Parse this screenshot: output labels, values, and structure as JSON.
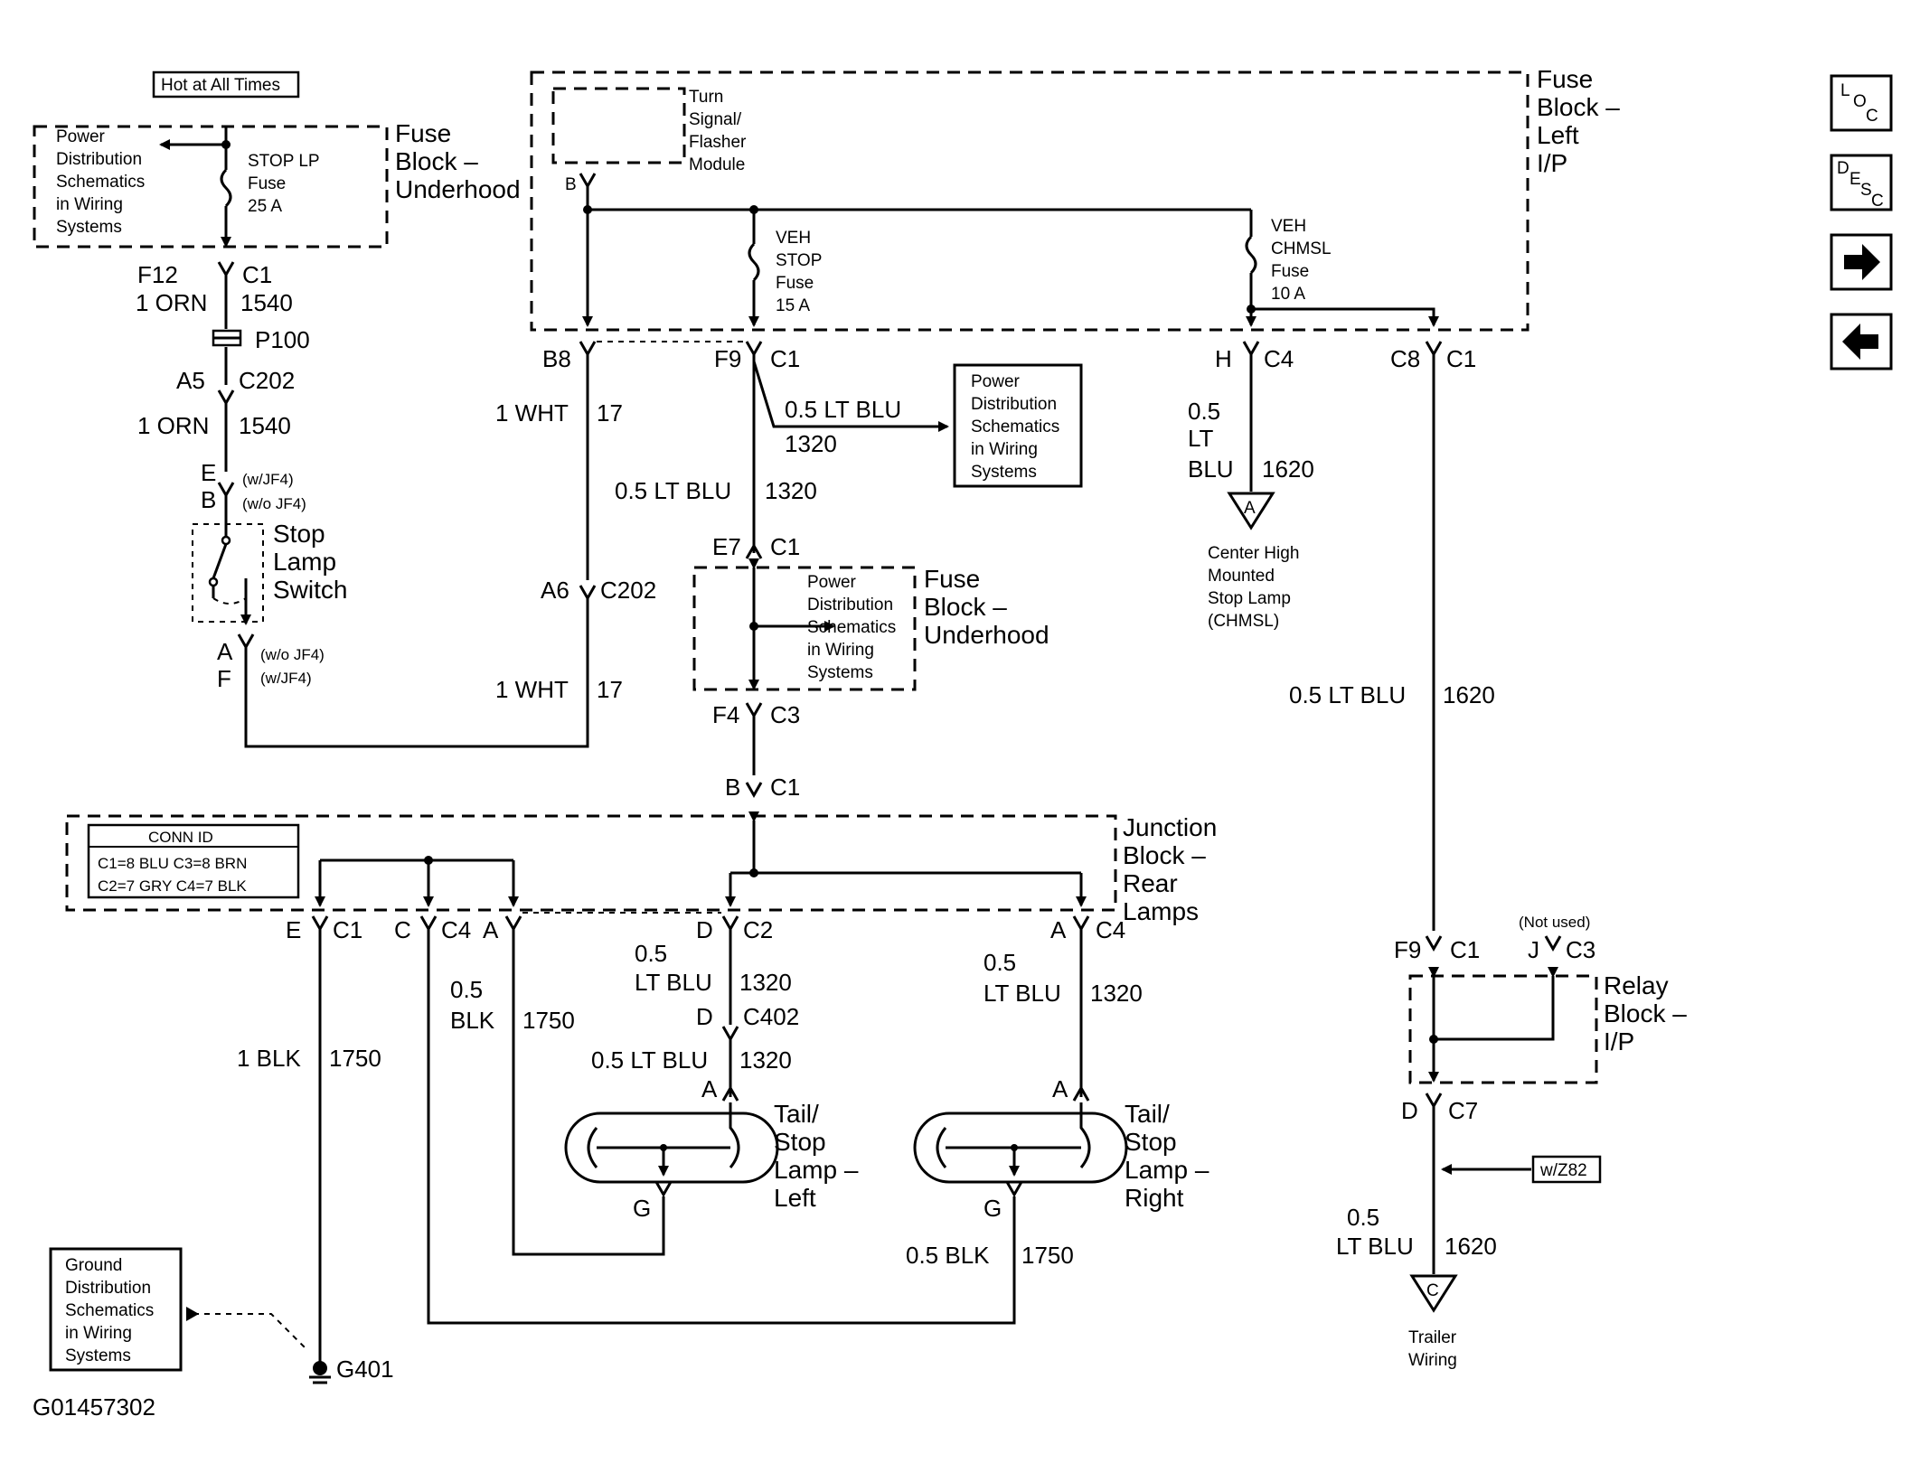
{
  "labels": {
    "hot_at_all_times": "Hot at All Times",
    "pds_text": [
      "Power",
      "Distribution",
      "Schematics",
      "in Wiring",
      "Systems"
    ],
    "gds_text": [
      "Ground",
      "Distribution",
      "Schematics",
      "in Wiring",
      "Systems"
    ],
    "stop_lp_fuse": [
      "STOP LP",
      "Fuse",
      "25 A"
    ],
    "fuse_block_underhood": [
      "Fuse",
      "Block –",
      "Underhood"
    ],
    "fuse_block_left_ip": [
      "Fuse",
      "Block –",
      "Left",
      "I/P"
    ],
    "turn_signal_module": [
      "Turn",
      "Signal/",
      "Flasher",
      "Module"
    ],
    "veh_stop_fuse": [
      "VEH",
      "STOP",
      "Fuse",
      "15 A"
    ],
    "veh_chmsl_fuse": [
      "VEH",
      "CHMSL",
      "Fuse",
      "10 A"
    ],
    "stop_lamp_switch": [
      "Stop",
      "Lamp",
      "Switch"
    ],
    "junction_block": [
      "Junction",
      "Block –",
      "Rear",
      "Lamps"
    ],
    "relay_block": [
      "Relay",
      "Block –",
      "I/P"
    ],
    "tail_stop_left": [
      "Tail/",
      "Stop",
      "Lamp –",
      "Left"
    ],
    "tail_stop_right": [
      "Tail/",
      "Stop",
      "Lamp –",
      "Right"
    ],
    "chmsl": [
      "Center High",
      "Mounted",
      "Stop Lamp",
      "(CHMSL)"
    ],
    "trailer_wiring": [
      "Trailer",
      "Wiring"
    ],
    "conn_id_title": "CONN ID",
    "conn_id_row1": "C1=8 BLU   C3=8 BRN",
    "conn_id_row2": "C2=7 GRY  C4=7 BLK",
    "not_used": "(Not used)",
    "wz82": "w/Z82",
    "figure_id": "G01457302",
    "g401": "G401",
    "p100": "P100",
    "flag_a": "A",
    "flag_c": "C"
  },
  "connectors": {
    "f12": "F12",
    "c1": "C1",
    "a5": "A5",
    "c202": "C202",
    "e_jf4": "E",
    "b_jf4": "B",
    "w_jf4": "(w/JF4)",
    "wo_jf4": "(w/o JF4)",
    "a_sw": "A",
    "f_sw": "F",
    "wo_jf4_b": "(w/o JF4)",
    "w_jf4_b": "(w/JF4)",
    "b_tsm": "B",
    "b8": "B8",
    "f9": "F9",
    "h": "H",
    "c4": "C4",
    "c8": "C8",
    "e7": "E7",
    "a6": "A6",
    "f4": "F4",
    "c3": "C3",
    "b_c1": "B",
    "e": "E",
    "c": "C",
    "a": "A",
    "d": "D",
    "c2": "C2",
    "c402": "C402",
    "g": "G",
    "f9_relay": "F9",
    "j": "J",
    "d_c7": "D",
    "c7": "C7"
  },
  "wires": {
    "orn_1540_a": [
      "1 ORN",
      "1540"
    ],
    "orn_1540_b": [
      "1 ORN",
      "1540"
    ],
    "wht_17_a": [
      "1 WHT",
      "17"
    ],
    "wht_17_b": [
      "1 WHT",
      "17"
    ],
    "ltblu_1320_branch": [
      "0.5 LT BLU",
      "1320"
    ],
    "ltblu_1320_main": [
      "0.5 LT BLU",
      "1320"
    ],
    "ltblu_1620_chmsl": [
      "0.5",
      "LT",
      "BLU",
      "1620"
    ],
    "ltblu_1620_main": [
      "0.5 LT BLU",
      "1620"
    ],
    "blk_1750_e": [
      "1 BLK",
      "1750"
    ],
    "blk_1750_c": [
      "0.5",
      "BLK",
      "1750"
    ],
    "ltblu_1320_left": [
      "0.5",
      "LT BLU",
      "1320"
    ],
    "ltblu_1320_left_b": [
      "0.5 LT BLU",
      "1320"
    ],
    "ltblu_1320_right": [
      "0.5",
      "LT BLU",
      "1320"
    ],
    "blk_1750_right": [
      "0.5 BLK",
      "1750"
    ],
    "ltblu_1620_trailer": [
      "0.5",
      "LT BLU",
      "1620"
    ]
  },
  "nav": {
    "loc": [
      "L",
      "O",
      "C"
    ],
    "desc": [
      "D",
      "E",
      "S",
      "C"
    ],
    "forward_icon": "arrow-right",
    "back_icon": "arrow-left"
  }
}
